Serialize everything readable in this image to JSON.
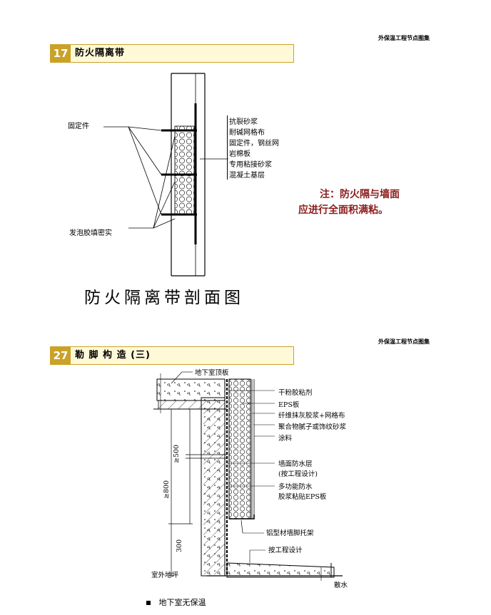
{
  "page": {
    "header_right_1": "外保温工程节点图集",
    "header_right_2": "外保温工程节点图集"
  },
  "section_17": {
    "number": "17",
    "title": "防火隔离带",
    "left_labels": {
      "fixing": "固定件",
      "foam": "发泡胶填密实"
    },
    "layer_labels": [
      "抗裂砂浆",
      "耐碱网格布",
      "固定件，钢丝网",
      "岩棉板",
      "专用粘接砂浆",
      "混凝土基层"
    ],
    "note_line1": "注：防火隔与墙面",
    "note_line2": "应进行全面积满粘。",
    "caption": "防火隔离带剖面图"
  },
  "section_27": {
    "number": "27",
    "title": "勒 脚 构 造 (三)",
    "top_label": "地下室顶板",
    "right_labels": [
      "干粉胶粘剂",
      "EPS板",
      "纤维抹灰胶浆+网格布",
      "聚合物腻子或饰纹砂浆",
      "涂料"
    ],
    "waterproof_line1": "墙面防水层",
    "waterproof_line2": "(按工程设计)",
    "multi_line1": "多功能防水",
    "multi_line2": "胶浆粘贴EPS板",
    "bracket": "铝型材墙脚托架",
    "design": "按工程设计",
    "ground": "室外地坪",
    "apron": "散水",
    "dims": {
      "d500": "≥500",
      "d800": "≥800",
      "d300": "300"
    },
    "bullet": "地下室无保温"
  }
}
